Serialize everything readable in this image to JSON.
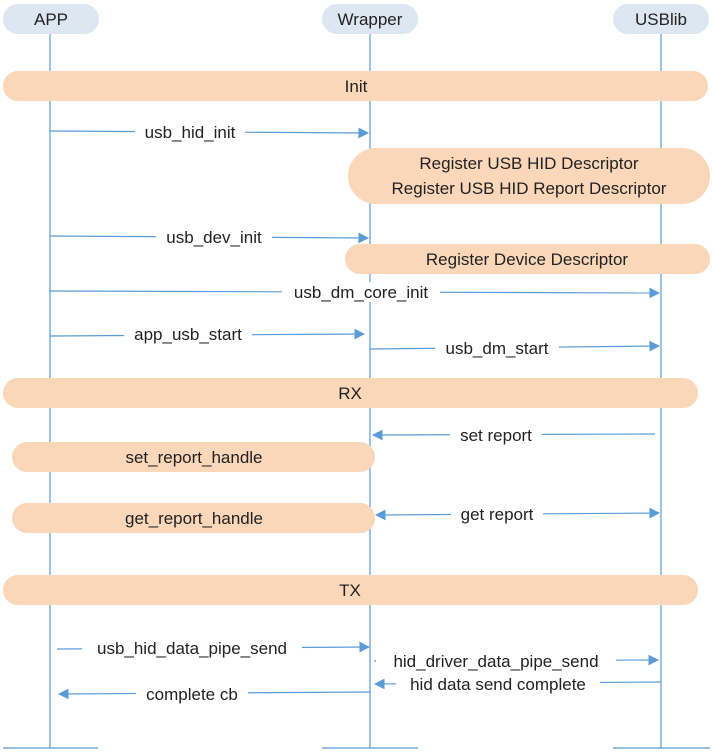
{
  "actors": {
    "app": "APP",
    "wrapper": "Wrapper",
    "usblib": "USBlib"
  },
  "sections": {
    "init": "Init",
    "rx": "RX",
    "tx": "TX"
  },
  "notes": {
    "hid_desc_line1": "Register USB HID Descriptor",
    "hid_desc_line2": "Register USB HID Report Descriptor",
    "device_desc": "Register Device Descriptor",
    "set_report_handle": "set_report_handle",
    "get_report_handle": "get_report_handle"
  },
  "messages": {
    "usb_hid_init": "usb_hid_init",
    "usb_dev_init": "usb_dev_init",
    "usb_dm_core_init": "usb_dm_core_init",
    "app_usb_start": "app_usb_start",
    "usb_dm_start": "usb_dm_start",
    "set_report": "set report",
    "get_report": "get report",
    "usb_hid_data_pipe_send": "usb_hid_data_pipe_send",
    "hid_driver_data_pipe_send": "hid_driver_data_pipe_send",
    "hid_data_send_complete": "hid data send complete",
    "complete_cb": "complete cb"
  }
}
